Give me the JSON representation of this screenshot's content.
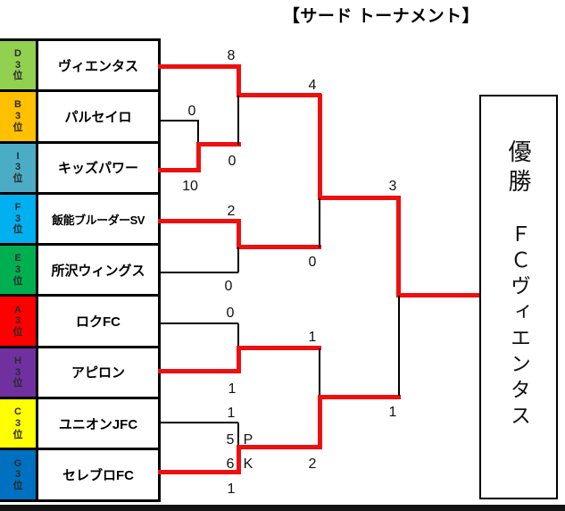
{
  "title": "【サード トーナメント】",
  "teams": [
    {
      "group": "D",
      "rank_num": "3",
      "rank_suffix": "位",
      "name": "ヴィエンタス",
      "color": "#92D050"
    },
    {
      "group": "B",
      "rank_num": "3",
      "rank_suffix": "位",
      "name": "パルセイロ",
      "color": "#FFC000"
    },
    {
      "group": "I",
      "rank_num": "3",
      "rank_suffix": "位",
      "name": "キッズパワー",
      "color": "#4BACC6"
    },
    {
      "group": "F",
      "rank_num": "3",
      "rank_suffix": "位",
      "name": "飯能ブルーダーSV",
      "color": "#00B0F0"
    },
    {
      "group": "E",
      "rank_num": "3",
      "rank_suffix": "位",
      "name": "所沢ウィングス",
      "color": "#00B050"
    },
    {
      "group": "A",
      "rank_num": "3",
      "rank_suffix": "位",
      "name": "ロクFC",
      "color": "#FF0000"
    },
    {
      "group": "H",
      "rank_num": "3",
      "rank_suffix": "位",
      "name": "アピロン",
      "color": "#7030A0"
    },
    {
      "group": "C",
      "rank_num": "3",
      "rank_suffix": "位",
      "name": "ユニオンJFC",
      "color": "#FFFF00"
    },
    {
      "group": "G",
      "rank_num": "3",
      "rank_suffix": "位",
      "name": "セレブロFC",
      "color": "#0070C0"
    }
  ],
  "scores": {
    "qf1_top": "8",
    "r1a_top": "0",
    "r1a_bottom": "10",
    "qf1_bottom": "0",
    "sf1_top": "4",
    "qf2_top": "2",
    "qf2_bottom": "0",
    "sf1_bottom": "0",
    "final_top": "3",
    "qf3_top": "0",
    "qf3_bottom": "1",
    "sf2_top": "1",
    "r1b_top": "1",
    "r1b_pk_top": "5",
    "pk_p": "P",
    "r1b_pk_bottom": "6",
    "pk_k": "K",
    "r1b_bottom": "1",
    "sf2_bottom": "2",
    "final_bottom": "1"
  },
  "winner": {
    "label": "優勝",
    "name": "ＦＣヴィエンタス"
  },
  "matches": [
    {
      "round": "round1",
      "teams": [
        "パルセイロ",
        "キッズパワー"
      ],
      "score": [
        0,
        10
      ],
      "winner": "キッズパワー"
    },
    {
      "round": "quarterfinal",
      "teams": [
        "ヴィエンタス",
        "キッズパワー"
      ],
      "score": [
        8,
        0
      ],
      "winner": "ヴィエンタス"
    },
    {
      "round": "quarterfinal",
      "teams": [
        "飯能ブルーダーSV",
        "所沢ウィングス"
      ],
      "score": [
        2,
        0
      ],
      "winner": "飯能ブルーダーSV"
    },
    {
      "round": "semifinal",
      "teams": [
        "ヴィエンタス",
        "飯能ブルーダーSV"
      ],
      "score": [
        4,
        0
      ],
      "winner": "ヴィエンタス"
    },
    {
      "round": "quarterfinal",
      "teams": [
        "ロクFC",
        "アピロン"
      ],
      "score": [
        0,
        1
      ],
      "winner": "アピロン"
    },
    {
      "round": "round1",
      "teams": [
        "ユニオンJFC",
        "セレブロFC"
      ],
      "score": [
        1,
        1
      ],
      "pk": [
        5,
        6
      ],
      "winner": "セレブロFC"
    },
    {
      "round": "semifinal",
      "teams": [
        "アピロン",
        "セレブロFC"
      ],
      "score": [
        1,
        2
      ],
      "winner": "セレブロFC"
    },
    {
      "round": "final",
      "teams": [
        "ヴィエンタス",
        "セレブロFC"
      ],
      "score": [
        3,
        1
      ],
      "winner": "ヴィエンタス"
    }
  ],
  "colors": {
    "winner_path_red": "#EE0F0F",
    "bracket_line_black": "#000000"
  }
}
